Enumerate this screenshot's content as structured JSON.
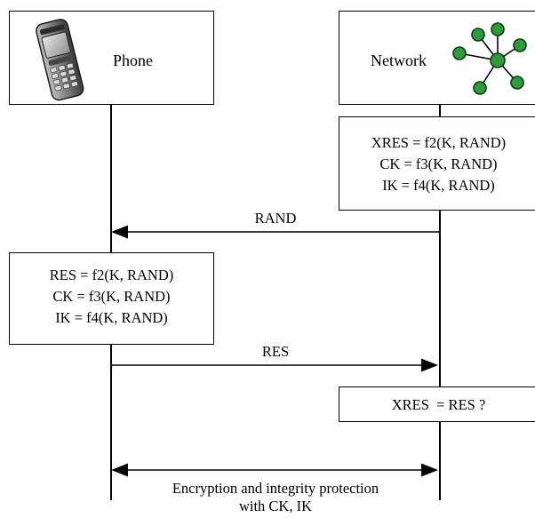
{
  "participants": {
    "phone": {
      "label": "Phone"
    },
    "network": {
      "label": "Network"
    }
  },
  "network_box": {
    "lines": [
      "XRES = f2(K, RAND)",
      "CK = f3(K, RAND)",
      "IK = f4(K, RAND)"
    ]
  },
  "phone_box": {
    "lines": [
      "RES = f2(K, RAND)",
      "CK = f3(K, RAND)",
      "IK = f4(K, RAND)"
    ]
  },
  "check_box": {
    "text": "XRES  = RES ?"
  },
  "messages": {
    "rand": "RAND",
    "res": "RES",
    "protection_line1": "Encryption and integrity protection",
    "protection_line2": "with CK, IK"
  },
  "icons": [
    "mobile-phone-icon",
    "network-nodes-icon"
  ],
  "colors": {
    "node_fill": "#2e9a3a",
    "node_stroke": "#0c3a12",
    "line": "#000000"
  }
}
